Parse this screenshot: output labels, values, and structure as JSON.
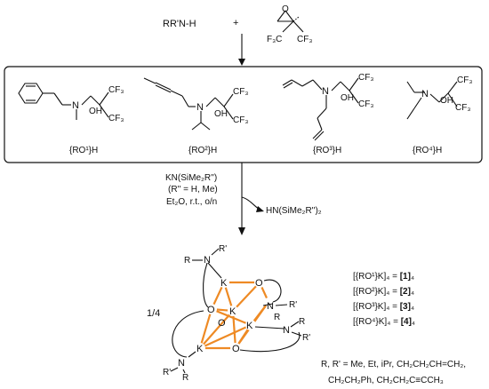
{
  "reactants": {
    "amine": "RR'N-H",
    "plus": "+",
    "epoxide_o": "O",
    "epoxide_cf3_left": "F₃C",
    "epoxide_cf3_right": "CF₃"
  },
  "ligands": [
    {
      "label": "{RO¹}H"
    },
    {
      "label": "{RO²}H"
    },
    {
      "label": "{RO³}H"
    },
    {
      "label": "{RO⁴}H"
    }
  ],
  "atoms": {
    "N": "N",
    "OH": "OH",
    "CF3": "CF₃"
  },
  "conditions": {
    "reagent": "KN(SiMe₂R'')",
    "r_options": "(R'' = H, Me)",
    "solvent": "Et₂O, r.t., o/n",
    "byproduct": "HN(SiMe₂R'')₂"
  },
  "cluster": {
    "fraction": "1/4",
    "K": "K",
    "O": "O",
    "N": "N",
    "R": "R",
    "Rp": "R'"
  },
  "products": [
    {
      "formula": "[{RO¹}K]₄ = ",
      "bold": "[1]",
      "sub": "₄"
    },
    {
      "formula": "[{RO²}K]₄ = ",
      "bold": "[2]",
      "sub": "₄"
    },
    {
      "formula": "[{RO³}K]₄ = ",
      "bold": "[3]",
      "sub": "₄"
    },
    {
      "formula": "[{RO⁴}K]₄ = ",
      "bold": "[4]",
      "sub": "₄"
    }
  ],
  "substituents": {
    "line1": "R, R' = Me, Et, iPr, CH₂CH₂CH=CH₂,",
    "line2": "CH₂CH₂Ph, CH₂CH₂C≡CCH₃"
  }
}
